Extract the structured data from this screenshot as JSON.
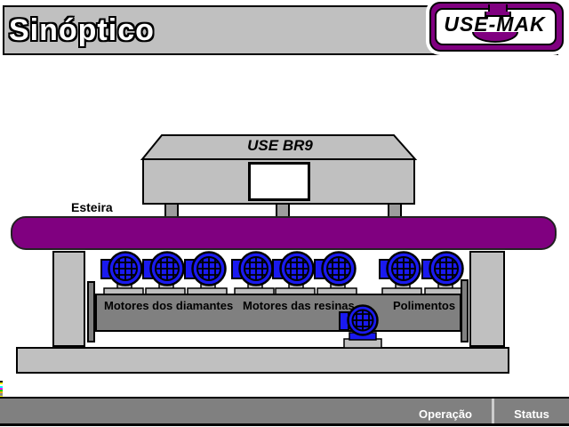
{
  "header": {
    "title": "Sinóptico"
  },
  "logo": {
    "text": "USE-MAK"
  },
  "machine": {
    "label": "USE BR9"
  },
  "conveyor": {
    "label": "Esteira"
  },
  "beam_labels": [
    "Motores dos diamantes",
    "Motores das resinas",
    "Polimentos"
  ],
  "motors": {
    "top_row_count": 8,
    "bottom_count": 1
  },
  "footer": {
    "operacao": "Operação",
    "status": "Status"
  },
  "colors": {
    "purple": "#800080",
    "motor_blue": "#1a1af0",
    "panel_gray": "#c0c0c0",
    "dark_gray": "#808080",
    "pedestal_gray": "#c0c0c0",
    "text_white": "#ffffff",
    "text_black": "#000000"
  }
}
